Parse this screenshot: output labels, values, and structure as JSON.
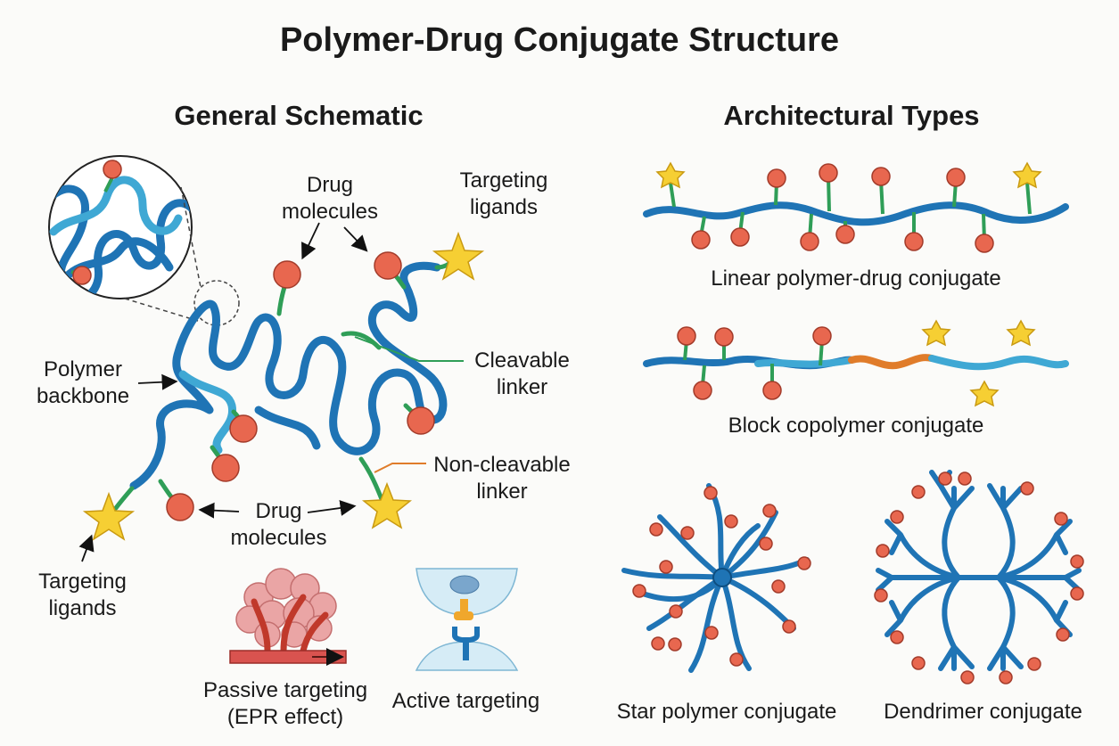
{
  "title": "Polymer-Drug Conjugate Structure",
  "left": {
    "heading": "General Schematic",
    "labels": {
      "drug_top": [
        "Drug",
        "molecules"
      ],
      "ligand_top": [
        "Targeting",
        "ligands"
      ],
      "polymer_backbone": [
        "Polymer",
        "backbone"
      ],
      "cleavable": [
        "Cleavable",
        "linker"
      ],
      "noncleavable": [
        "Non-cleavable",
        "linker"
      ],
      "drug_bottom": [
        "Drug",
        "molecules"
      ],
      "ligand_bottom": [
        "Targeting",
        "ligands"
      ],
      "passive": [
        "Passive targeting",
        "(EPR effect)"
      ],
      "active": "Active targeting"
    }
  },
  "right": {
    "heading": "Architectural Types",
    "linear": "Linear polymer-drug conjugate",
    "block": "Block copolymer conjugate",
    "star": "Star polymer conjugate",
    "dendrimer": "Dendrimer conjugate"
  },
  "colors": {
    "polymer": "#1f74b5",
    "polymer_light": "#3fa8d4",
    "linker_cleavable": "#2f9e57",
    "linker_noncleavable": "#e07c2a",
    "drug": "#e8674f",
    "ligand": "#f6cf33",
    "tumor": "#e7a0a0",
    "vessel": "#d9534f"
  }
}
